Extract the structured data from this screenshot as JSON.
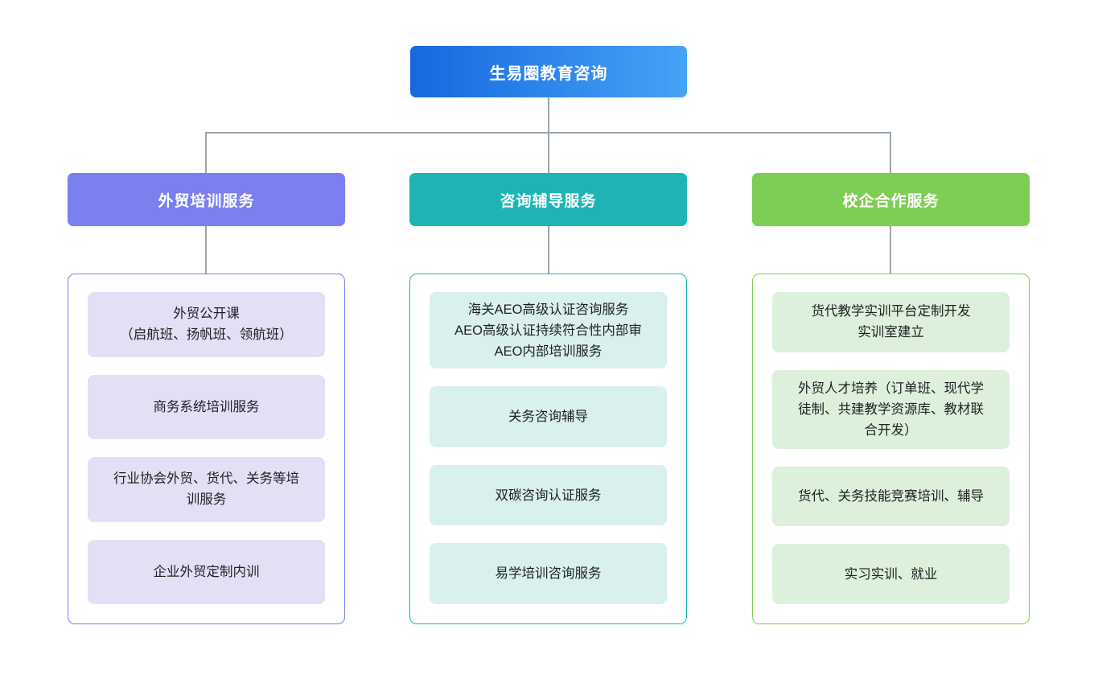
{
  "diagram": {
    "type": "organization-tree",
    "root": {
      "label": "生易圈教育咨询",
      "gradient_from": "#1668df",
      "gradient_to": "#46a3f6",
      "text_color": "#ffffff"
    },
    "connector_color": "#9aa5ad",
    "columns": [
      {
        "label": "外贸培训服务",
        "header_color": "#7b7ff0",
        "border_color": "#7b7ff0",
        "item_color": "#e3dff5",
        "text_color": "#1f2022",
        "items": [
          {
            "label": "外贸公开课\n（启航班、扬帆班、领航班）",
            "height": 91
          },
          {
            "label": "商务系统培训服务",
            "height": 91
          },
          {
            "label": "行业协会外贸、货代、关务等培\n训服务",
            "height": 91
          },
          {
            "label": "企业外贸定制内训",
            "height": 91
          }
        ]
      },
      {
        "label": "咨询辅导服务",
        "header_color": "#1eb4b4",
        "border_color": "#1eb4b4",
        "item_color": "#d9f0ef",
        "text_color": "#1f2022",
        "items": [
          {
            "label": "海关AEO高级认证咨询服务\nAEO高级认证持续符合性内部审\nAEO内部培训服务",
            "height": 106
          },
          {
            "label": "关务咨询辅导",
            "height": 84
          },
          {
            "label": "双碳咨询认证服务",
            "height": 84
          },
          {
            "label": "易学培训咨询服务",
            "height": 84
          }
        ]
      },
      {
        "label": "校企合作服务",
        "header_color": "#7ece55",
        "border_color": "#7ece55",
        "item_color": "#dcf0dc",
        "text_color": "#1f2022",
        "items": [
          {
            "label": "货代教学实训平台定制开发\n实训室建立",
            "height": 80
          },
          {
            "label": "外贸人才培养（订单班、现代学\n徒制、共建教学资源库、教材联\n合开发）",
            "height": 106
          },
          {
            "label": "货代、关务技能竞赛培训、辅导",
            "height": 80
          },
          {
            "label": "实习实训、就业",
            "height": 80
          }
        ]
      }
    ]
  }
}
